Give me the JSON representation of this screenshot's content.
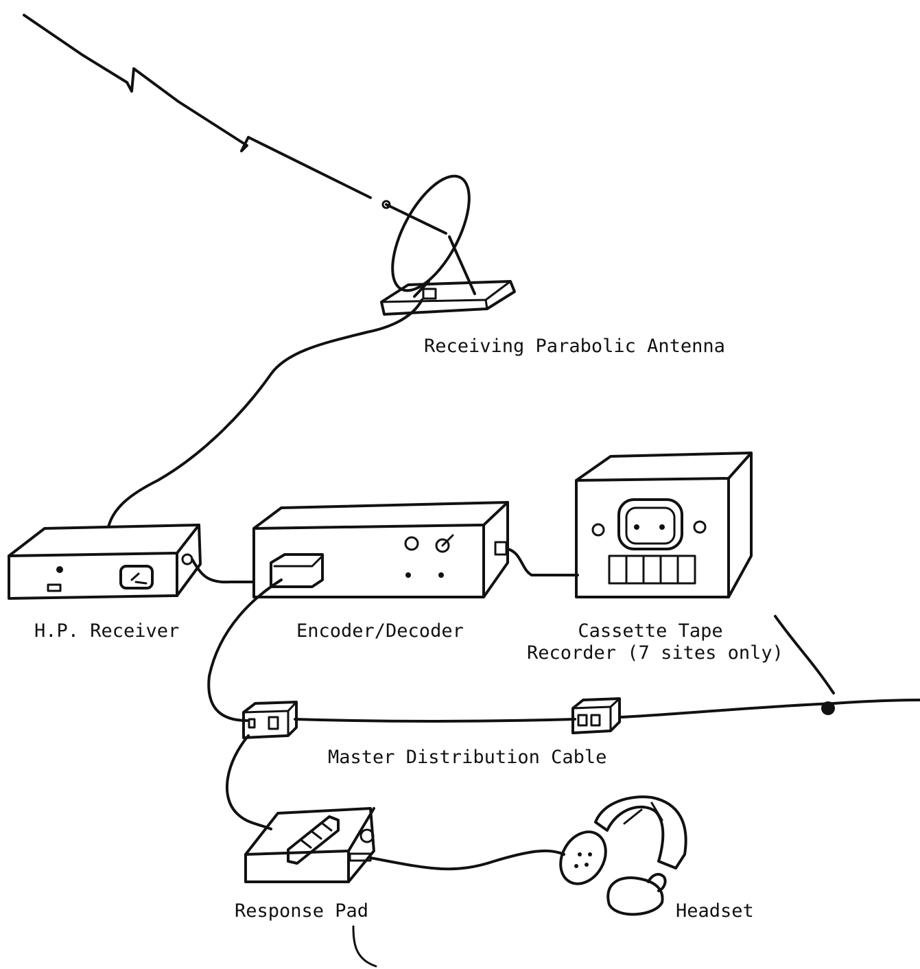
{
  "labels": {
    "antenna": "Receiving Parabolic Antenna",
    "receiver": "H.P. Receiver",
    "encoder": "Encoder/Decoder",
    "recorder_line1": "Cassette Tape",
    "recorder_line2": "Recorder (7 sites only)",
    "cable": "Master Distribution Cable",
    "response_pad": "Response Pad",
    "headset": "Headset"
  }
}
